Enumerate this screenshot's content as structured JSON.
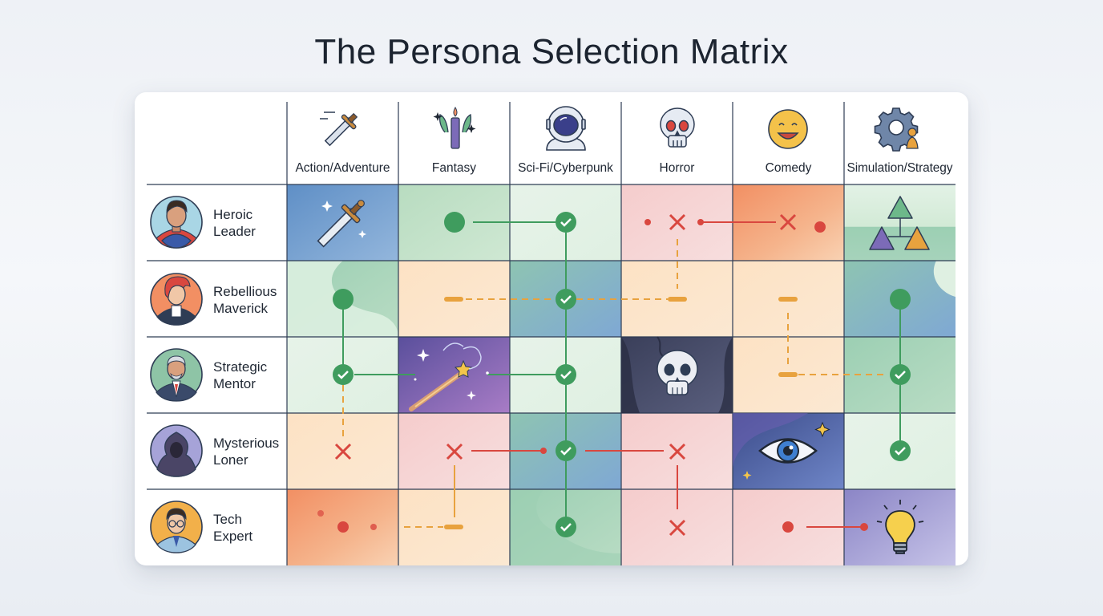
{
  "title": "The Persona Selection Matrix",
  "genres": [
    {
      "label": "Action/Adventure",
      "icon": "sword-icon"
    },
    {
      "label": "Fantasy",
      "icon": "magic-wand-icon"
    },
    {
      "label": "Sci-Fi/Cyberpunk",
      "icon": "astronaut-icon"
    },
    {
      "label": "Horror",
      "icon": "skull-icon"
    },
    {
      "label": "Comedy",
      "icon": "smiley-icon"
    },
    {
      "label": "Simulation/Strategy",
      "icon": "gear-pawn-icon"
    }
  ],
  "personas": [
    {
      "label_line1": "Heroic",
      "label_line2": "Leader",
      "avatar": "heroic-leader-avatar"
    },
    {
      "label_line1": "Rebellious",
      "label_line2": "Maverick",
      "avatar": "rebellious-maverick-avatar"
    },
    {
      "label_line1": "Strategic",
      "label_line2": "Mentor",
      "avatar": "strategic-mentor-avatar"
    },
    {
      "label_line1": "Mysterious",
      "label_line2": "Loner",
      "avatar": "mysterious-loner-avatar"
    },
    {
      "label_line1": "Tech",
      "label_line2": "Expert",
      "avatar": "tech-expert-avatar"
    }
  ],
  "legend_colors": {
    "strong_fit": "#3f9c5e",
    "neutral_fit": "#e8a23e",
    "poor_fit": "#d9473f"
  },
  "cells": [
    [
      "sword-icon",
      "dot-green",
      "check",
      "cross",
      "cross",
      "triangles-icon"
    ],
    [
      "dot-green",
      "dash",
      "check",
      "dash",
      "dash",
      "dot-green"
    ],
    [
      "check",
      "magic-wand-icon",
      "check",
      "skull-icon",
      "dash",
      "check"
    ],
    [
      "cross",
      "cross",
      "check",
      "cross",
      "eye-icon",
      "check"
    ],
    [
      "dot-red",
      "dash",
      "check",
      "cross",
      "dot-red",
      "lightbulb-icon"
    ]
  ]
}
